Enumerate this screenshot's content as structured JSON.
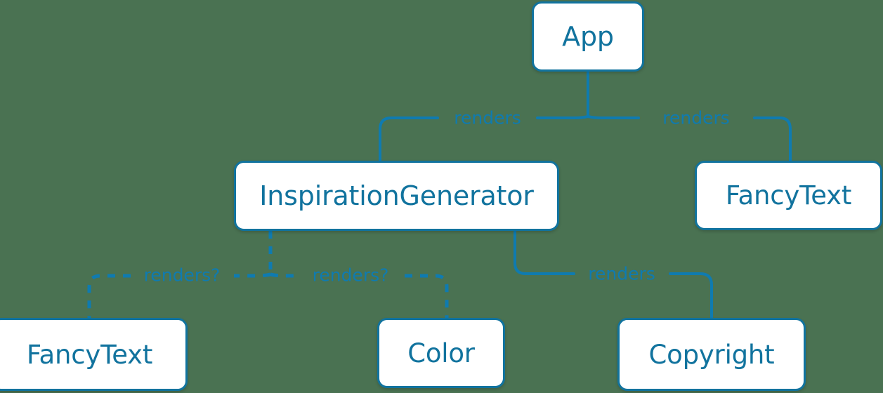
{
  "diagram": {
    "type": "component-tree",
    "title": "React component tree",
    "background_color": "#4a7252",
    "node_fill_color": "#ffffff",
    "node_border_color": "#11739e",
    "node_text_color": "#11739e",
    "edge_color": "#0f7bb0",
    "nodes": [
      {
        "id": "app",
        "label": "App"
      },
      {
        "id": "inspiration",
        "label": "InspirationGenerator"
      },
      {
        "id": "fancytext_right",
        "label": "FancyText"
      },
      {
        "id": "fancytext_left",
        "label": "FancyText"
      },
      {
        "id": "color",
        "label": "Color"
      },
      {
        "id": "copyright",
        "label": "Copyright"
      }
    ],
    "edges": [
      {
        "from": "app",
        "to": "inspiration",
        "label": "renders",
        "style": "solid"
      },
      {
        "from": "app",
        "to": "fancytext_right",
        "label": "renders",
        "style": "solid"
      },
      {
        "from": "inspiration",
        "to": "fancytext_left",
        "label": "renders?",
        "style": "dashed"
      },
      {
        "from": "inspiration",
        "to": "color",
        "label": "renders?",
        "style": "dashed"
      },
      {
        "from": "inspiration",
        "to": "copyright",
        "label": "renders",
        "style": "solid"
      }
    ]
  }
}
